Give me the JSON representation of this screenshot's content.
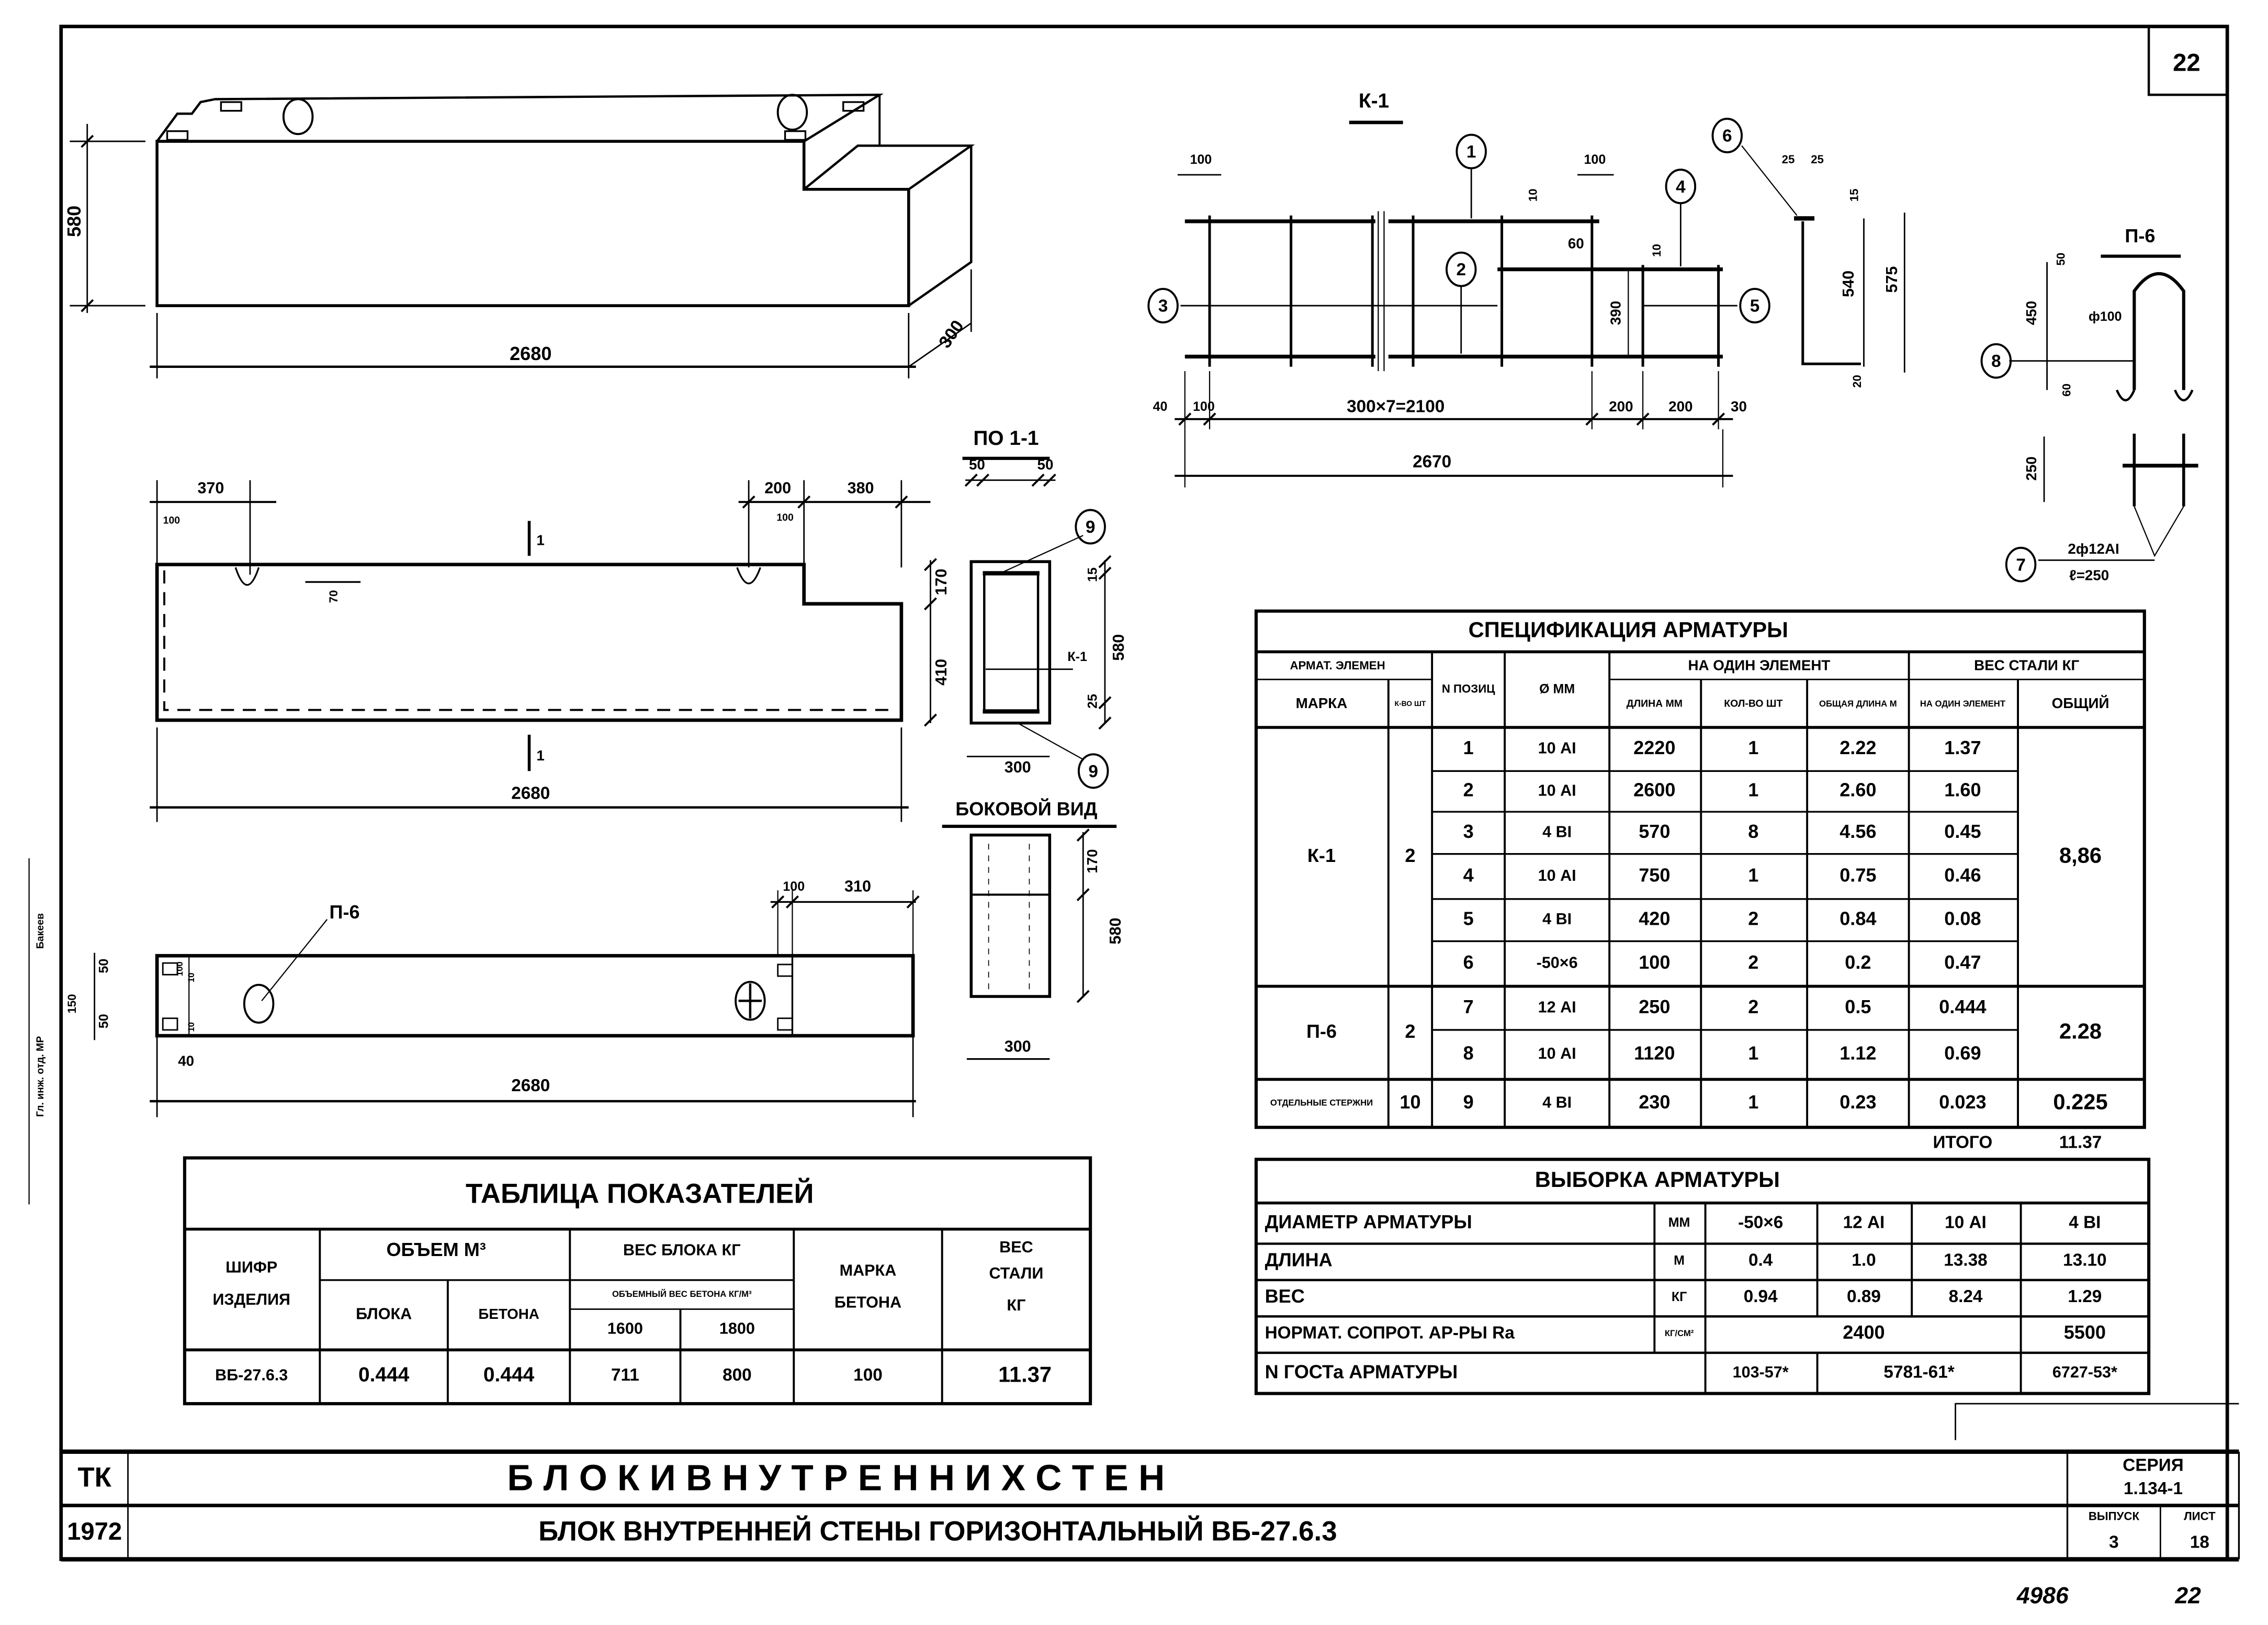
{
  "sheet": {
    "page_number": "22",
    "margin_stamp": "Гл. инж. отд. МР",
    "margin_signature": "Бакеев",
    "ink_color": "#000000",
    "paper_color": "#ffffff"
  },
  "drawings": {
    "iso": {
      "dims": [
        "580",
        "2680",
        "300"
      ]
    },
    "elevation": {
      "dims": [
        "370",
        "100",
        "200",
        "380",
        "100",
        "70",
        "1",
        "1",
        "2680",
        "170",
        "410"
      ]
    },
    "section": {
      "title": "ПО 1-1",
      "dims": [
        "50",
        "50",
        "15",
        "580",
        "25",
        "300"
      ],
      "rebar_label": "К-1",
      "callouts": [
        "9",
        "9"
      ]
    },
    "side_view": {
      "title": "БОКОВОЙ ВИД",
      "dims": [
        "170",
        "580",
        "300"
      ]
    },
    "plan": {
      "label": "П-6",
      "dims": [
        "100",
        "310",
        "50",
        "50",
        "100",
        "150",
        "10",
        "10",
        "40",
        "2680"
      ]
    },
    "k1": {
      "title": "К-1",
      "dims": [
        "100",
        "100",
        "10",
        "60",
        "10",
        "390",
        "40",
        "100",
        "300×7=2100",
        "200",
        "200",
        "30",
        "2670"
      ],
      "callouts": [
        "1",
        "2",
        "3",
        "4",
        "5",
        "6"
      ]
    },
    "k1_side": {
      "dims": [
        "25",
        "25",
        "15",
        "540",
        "575",
        "20"
      ]
    },
    "p6": {
      "title": "П-6",
      "dims": [
        "50",
        "450",
        "ф100",
        "60",
        "250"
      ],
      "callouts": [
        "8",
        "7"
      ],
      "rebar_note": "2ф12АI",
      "length_note": "ℓ=250"
    }
  },
  "spec_table": {
    "title": "СПЕЦИФИКАЦИЯ АРМАТУРЫ",
    "headers": {
      "element": "АРМАТ. ЭЛЕМЕН",
      "mark": "МАРКА",
      "count": "К-ВО ШТ",
      "position": "N ПОЗИЦ",
      "diameter": "Ø ММ",
      "per_element": "НА ОДИН ЭЛЕМЕНТ",
      "length": "ДЛИНА ММ",
      "quantity": "КОЛ-ВО ШТ",
      "total_length": "ОБЩАЯ ДЛИНА М",
      "steel_weight": "ВЕС СТАЛИ КГ",
      "weight_one": "НА ОДИН ЭЛЕМЕНТ",
      "weight_total": "ОБЩИЙ"
    },
    "groups": [
      {
        "mark": "К-1",
        "count": "2",
        "total": "8,86"
      },
      {
        "mark": "П-6",
        "count": "2",
        "total": "2.28"
      },
      {
        "mark": "ОТДЕЛЬНЫЕ СТЕРЖНИ",
        "count": "10",
        "total": "0.225"
      }
    ],
    "rows": [
      {
        "pos": "1",
        "dia": "10 АI",
        "len": "2220",
        "qty": "1",
        "total_len": "2.22",
        "weight": "1.37"
      },
      {
        "pos": "2",
        "dia": "10 АI",
        "len": "2600",
        "qty": "1",
        "total_len": "2.60",
        "weight": "1.60"
      },
      {
        "pos": "3",
        "dia": "4 ВI",
        "len": "570",
        "qty": "8",
        "total_len": "4.56",
        "weight": "0.45"
      },
      {
        "pos": "4",
        "dia": "10 АI",
        "len": "750",
        "qty": "1",
        "total_len": "0.75",
        "weight": "0.46"
      },
      {
        "pos": "5",
        "dia": "4 ВI",
        "len": "420",
        "qty": "2",
        "total_len": "0.84",
        "weight": "0.08"
      },
      {
        "pos": "6",
        "dia": "-50×6",
        "len": "100",
        "qty": "2",
        "total_len": "0.2",
        "weight": "0.47"
      },
      {
        "pos": "7",
        "dia": "12 АI",
        "len": "250",
        "qty": "2",
        "total_len": "0.5",
        "weight": "0.444"
      },
      {
        "pos": "8",
        "dia": "10 АI",
        "len": "1120",
        "qty": "1",
        "total_len": "1.12",
        "weight": "0.69"
      },
      {
        "pos": "9",
        "dia": "4 ВI",
        "len": "230",
        "qty": "1",
        "total_len": "0.23",
        "weight": "0.023"
      }
    ],
    "total_label": "ИТОГО",
    "total_value": "11.37"
  },
  "selection_table": {
    "title": "ВЫБОРКА АРМАТУРЫ",
    "rows": [
      {
        "label": "ДИАМЕТР АРМАТУРЫ",
        "unit": "ММ",
        "values": [
          "-50×6",
          "12 АI",
          "10 АI",
          "4 ВI"
        ]
      },
      {
        "label": "ДЛИНА",
        "unit": "М",
        "values": [
          "0.4",
          "1.0",
          "13.38",
          "13.10"
        ]
      },
      {
        "label": "ВЕС",
        "unit": "КГ",
        "values": [
          "0.94",
          "0.89",
          "8.24",
          "1.29"
        ]
      }
    ],
    "resistance": {
      "label": "НОРМАТ. СОПРОТ. АР-РЫ Ra",
      "unit": "КГ/СМ²",
      "value_a": "2400",
      "value_b": "5500"
    },
    "gost": {
      "label": "N ГОСТа АРМАТУРЫ",
      "values": [
        "103-57*",
        "5781-61*",
        "6727-53*"
      ]
    }
  },
  "indicators_table": {
    "title": "ТАБЛИЦА ПОКАЗАТЕЛЕЙ",
    "headers": {
      "code": [
        "ШИФР",
        "ИЗДЕЛИЯ"
      ],
      "volume": "ОБЪЕМ М³",
      "volume_block": "БЛОКА",
      "volume_concrete": "БЕТОНА",
      "block_weight": "ВЕС БЛОКА КГ",
      "density": "ОБЪЕМНЫЙ ВЕС БЕТОНА КГ/М³",
      "density_1": "1600",
      "density_2": "1800",
      "concrete_grade": [
        "МАРКА",
        "БЕТОНА"
      ],
      "steel_weight": [
        "ВЕС",
        "СТАЛИ",
        "КГ"
      ]
    },
    "row": {
      "code": "ВБ-27.6.3",
      "volume_block": "0.444",
      "volume_concrete": "0.444",
      "weight_1600": "711",
      "weight_1800": "800",
      "grade": "100",
      "steel": "11.37"
    }
  },
  "title_block": {
    "org": "ТК",
    "year": "1972",
    "title": "Б Л О К И    В Н У Т Р Е Н Н И Х    С Т Е Н",
    "subtitle": "БЛОК  ВНУТРЕННЕЙ  СТЕНЫ  ГОРИЗОНТАЛЬНЫЙ  ВБ-27.6.3",
    "series_label": "СЕРИЯ",
    "series": "1.134-1",
    "issue_label": "ВЫПУСК",
    "issue": "3",
    "sheet_label": "ЛИСТ",
    "sheet": "18"
  },
  "footer": {
    "archive_number": "4986",
    "page": "22"
  }
}
